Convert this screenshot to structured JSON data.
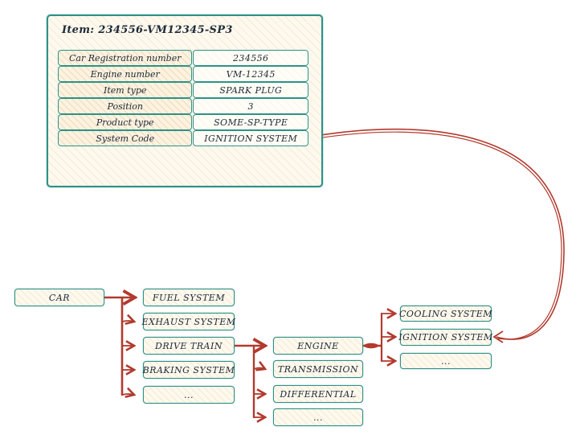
{
  "card": {
    "title": "Item: 234556-VM12345-SP3",
    "table": {
      "rows": [
        {
          "label": "Car Registration number",
          "value": "234556"
        },
        {
          "label": "Engine number",
          "value": "VM-12345"
        },
        {
          "label": "Item type",
          "value": "SPARK PLUG"
        },
        {
          "label": "Position",
          "value": "3"
        },
        {
          "label": "Product type",
          "value": "SOME-SP-TYPE"
        },
        {
          "label": "System Code",
          "value": "IGNITION SYSTEM"
        }
      ]
    }
  },
  "tree": {
    "root": {
      "label": "CAR"
    },
    "level1": [
      {
        "label": "FUEL SYSTEM"
      },
      {
        "label": "EXHAUST SYSTEM"
      },
      {
        "label": "DRIVE TRAIN"
      },
      {
        "label": "BRAKING SYSTEM"
      },
      {
        "label": "..."
      }
    ],
    "level2": [
      {
        "label": "ENGINE"
      },
      {
        "label": "TRANSMISSION"
      },
      {
        "label": "DIFFERENTIAL"
      },
      {
        "label": "..."
      }
    ],
    "level3": [
      {
        "label": "COOLING SYSTEM"
      },
      {
        "label": "IGNITION SYSTEM"
      },
      {
        "label": "..."
      }
    ]
  },
  "colors": {
    "teal_border": "#2e9188",
    "red_connector": "#b23a2e",
    "ink_text": "#1d2b3a",
    "cream_fill": "#fdf9ef",
    "label_cell_fill": "#fbf2e2"
  }
}
